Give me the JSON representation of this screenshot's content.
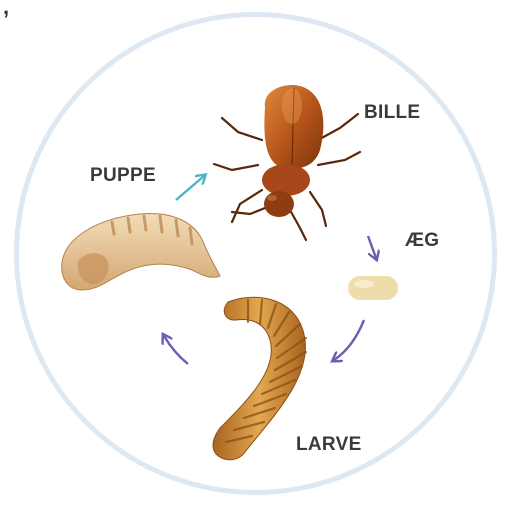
{
  "stray_mark": ",",
  "stages": {
    "beetle": "BILLE",
    "pupa": "PUPPE",
    "egg": "ÆG",
    "larva": "LARVE"
  },
  "colors": {
    "ring": "#dde8f3",
    "arrow_teal": "#4fb3c7",
    "arrow_purple": "#6a5fb0",
    "beetle": "#b8561a",
    "larva": "#c98a3a",
    "pupa": "#e7c9a0",
    "egg": "#eedcaa"
  },
  "icons": {
    "beetle": "beetle-icon",
    "pupa": "pupa-icon",
    "egg": "egg-icon",
    "larva": "larva-icon"
  }
}
